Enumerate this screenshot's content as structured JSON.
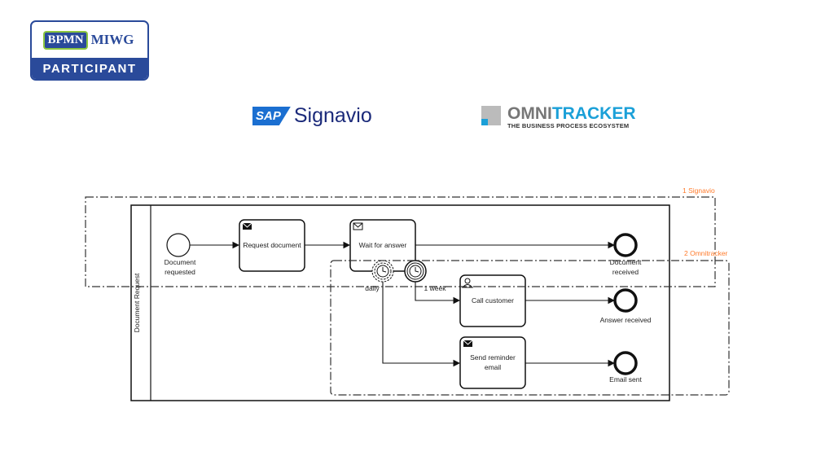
{
  "logos": {
    "bpmn_badge": {
      "bpmn": "BPMN",
      "miwg": "MIWG",
      "participant": "PARTICIPANT"
    },
    "sap_signavio": {
      "sap": "SAP",
      "name": "Signavio"
    },
    "omnitracker": {
      "omni": "OMNI",
      "tracker": "TRACKER",
      "tagline": "THE BUSINESS PROCESS ECOSYSTEM"
    }
  },
  "diagram": {
    "pool_label": "Document Request",
    "start_event": {
      "label_line1": "Document",
      "label_line2": "requested"
    },
    "tasks": {
      "request_document": "Request document",
      "wait_for_answer": "Wait for answer",
      "call_customer": "Call customer",
      "send_reminder_line1": "Send reminder",
      "send_reminder_line2": "email"
    },
    "timers": {
      "non_interrupting": "daily",
      "interrupting": "1 week"
    },
    "end_events": {
      "document_received_line1": "Document",
      "document_received_line2": "received",
      "answer_received": "Answer received",
      "email_sent": "Email sent"
    },
    "groups": {
      "signavio": "1 Signavio",
      "omnitracker": "2 Omnitracker"
    },
    "group_color": "#ff7a2a"
  }
}
